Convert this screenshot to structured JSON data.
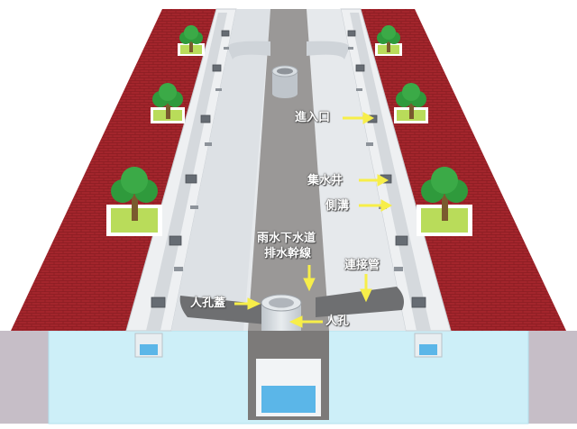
{
  "labels": {
    "inlet": "進入口",
    "catch_basin": "集水井",
    "side_ditch": "側溝",
    "storm_main_line1": "雨水下水道",
    "storm_main_line2": "排水幹線",
    "connecting_pipe": "連接管",
    "manhole_cover": "人孔蓋",
    "manhole": "人孔"
  },
  "colors": {
    "brick_red": "#A3252C",
    "concrete": "#D5D9DD",
    "curb": "#EEF0F2",
    "road": "#E6E9EC",
    "sewer_channel": "#9A9897",
    "underground": "#C9EFF8",
    "grass": "#B9DC5A",
    "tree": "#2F9A3C",
    "trunk": "#7A5A2E",
    "arrow": "#F7EE49",
    "water": "#5BB6E8"
  }
}
